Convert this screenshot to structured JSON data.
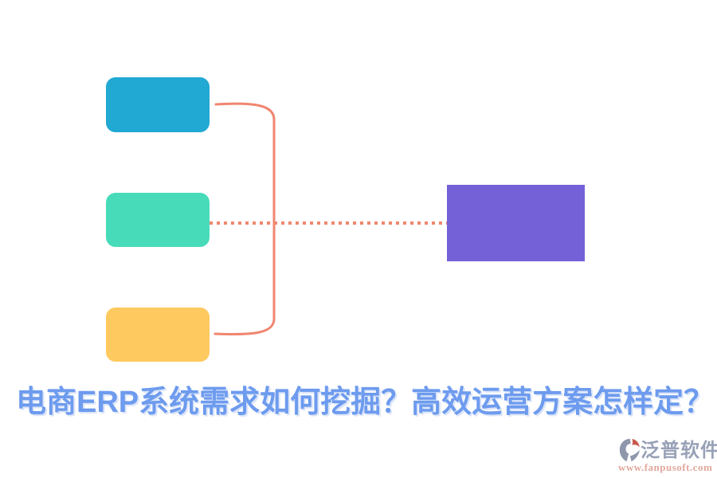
{
  "title": {
    "text": "电商ERP系统需求如何挖掘？高效运营方案怎样定？",
    "color": "#6D9BEE"
  },
  "diagram": {
    "nodes": [
      {
        "name": "top-left-box",
        "color": "#21A8D3"
      },
      {
        "name": "middle-left-box",
        "color": "#48DBBA"
      },
      {
        "name": "bottom-left-box",
        "color": "#FEC95E"
      },
      {
        "name": "right-box",
        "color": "#7461D7"
      }
    ],
    "connectors": {
      "bracket_color": "#F0866F",
      "dotted_color": "#F0876F"
    }
  },
  "footer": {
    "brand": "泛普软件",
    "url": "www.fanpusoft.com",
    "brand_color": "#98A1B7",
    "url_color": "#E2A79D",
    "logo_gray_color": "#8E97AB",
    "logo_red_color": "#C75B4E"
  }
}
